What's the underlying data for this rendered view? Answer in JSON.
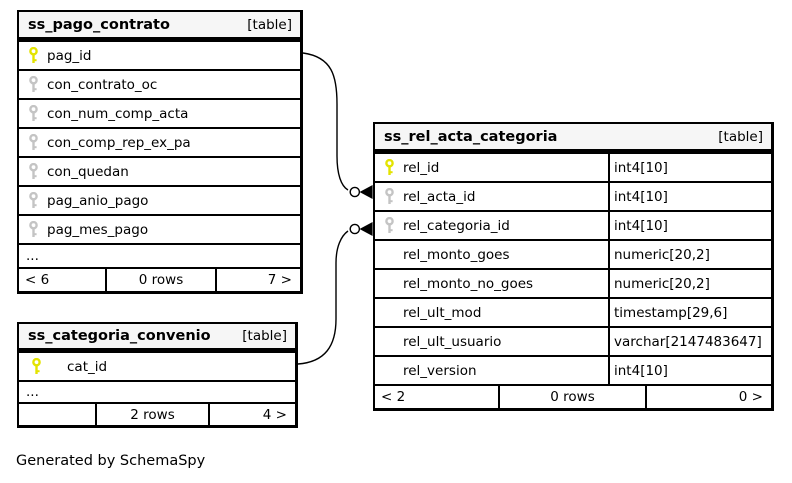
{
  "diagram": {
    "generator_note": "Generated by SchemaSpy",
    "colors": {
      "primary_key": "#e3e300",
      "secondary_key": "#c4c4c4",
      "header_bg": "#f6f6f6",
      "border": "#000000"
    },
    "tables": [
      {
        "name": "ss_pago_contrato",
        "badge": "[table]",
        "columns": [
          {
            "name": "pag_id",
            "icon": "primary"
          },
          {
            "name": "con_contrato_oc",
            "icon": "secondary"
          },
          {
            "name": "con_num_comp_acta",
            "icon": "secondary"
          },
          {
            "name": "con_comp_rep_ex_pa",
            "icon": "secondary"
          },
          {
            "name": "con_quedan",
            "icon": "secondary"
          },
          {
            "name": "pag_anio_pago",
            "icon": "secondary"
          },
          {
            "name": "pag_mes_pago",
            "icon": "secondary"
          }
        ],
        "ellipsis": "...",
        "footer": {
          "left": "< 6",
          "center": "0 rows",
          "right": "7 >"
        }
      },
      {
        "name": "ss_rel_acta_categoria",
        "badge": "[table]",
        "columns": [
          {
            "name": "rel_id",
            "type": "int4[10]",
            "icon": "primary"
          },
          {
            "name": "rel_acta_id",
            "type": "int4[10]",
            "icon": "secondary"
          },
          {
            "name": "rel_categoria_id",
            "type": "int4[10]",
            "icon": "secondary"
          },
          {
            "name": "rel_monto_goes",
            "type": "numeric[20,2]",
            "icon": "none"
          },
          {
            "name": "rel_monto_no_goes",
            "type": "numeric[20,2]",
            "icon": "none"
          },
          {
            "name": "rel_ult_mod",
            "type": "timestamp[29,6]",
            "icon": "none"
          },
          {
            "name": "rel_ult_usuario",
            "type": "varchar[2147483647]",
            "icon": "none"
          },
          {
            "name": "rel_version",
            "type": "int4[10]",
            "icon": "none"
          }
        ],
        "footer": {
          "left": "< 2",
          "center": "0 rows",
          "right": "0 >"
        }
      },
      {
        "name": "ss_categoria_convenio",
        "badge": "[table]",
        "columns": [
          {
            "name": "cat_id",
            "icon": "primary"
          }
        ],
        "ellipsis": "...",
        "footer": {
          "left": "",
          "center": "2 rows",
          "right": "4 >"
        }
      }
    ]
  }
}
